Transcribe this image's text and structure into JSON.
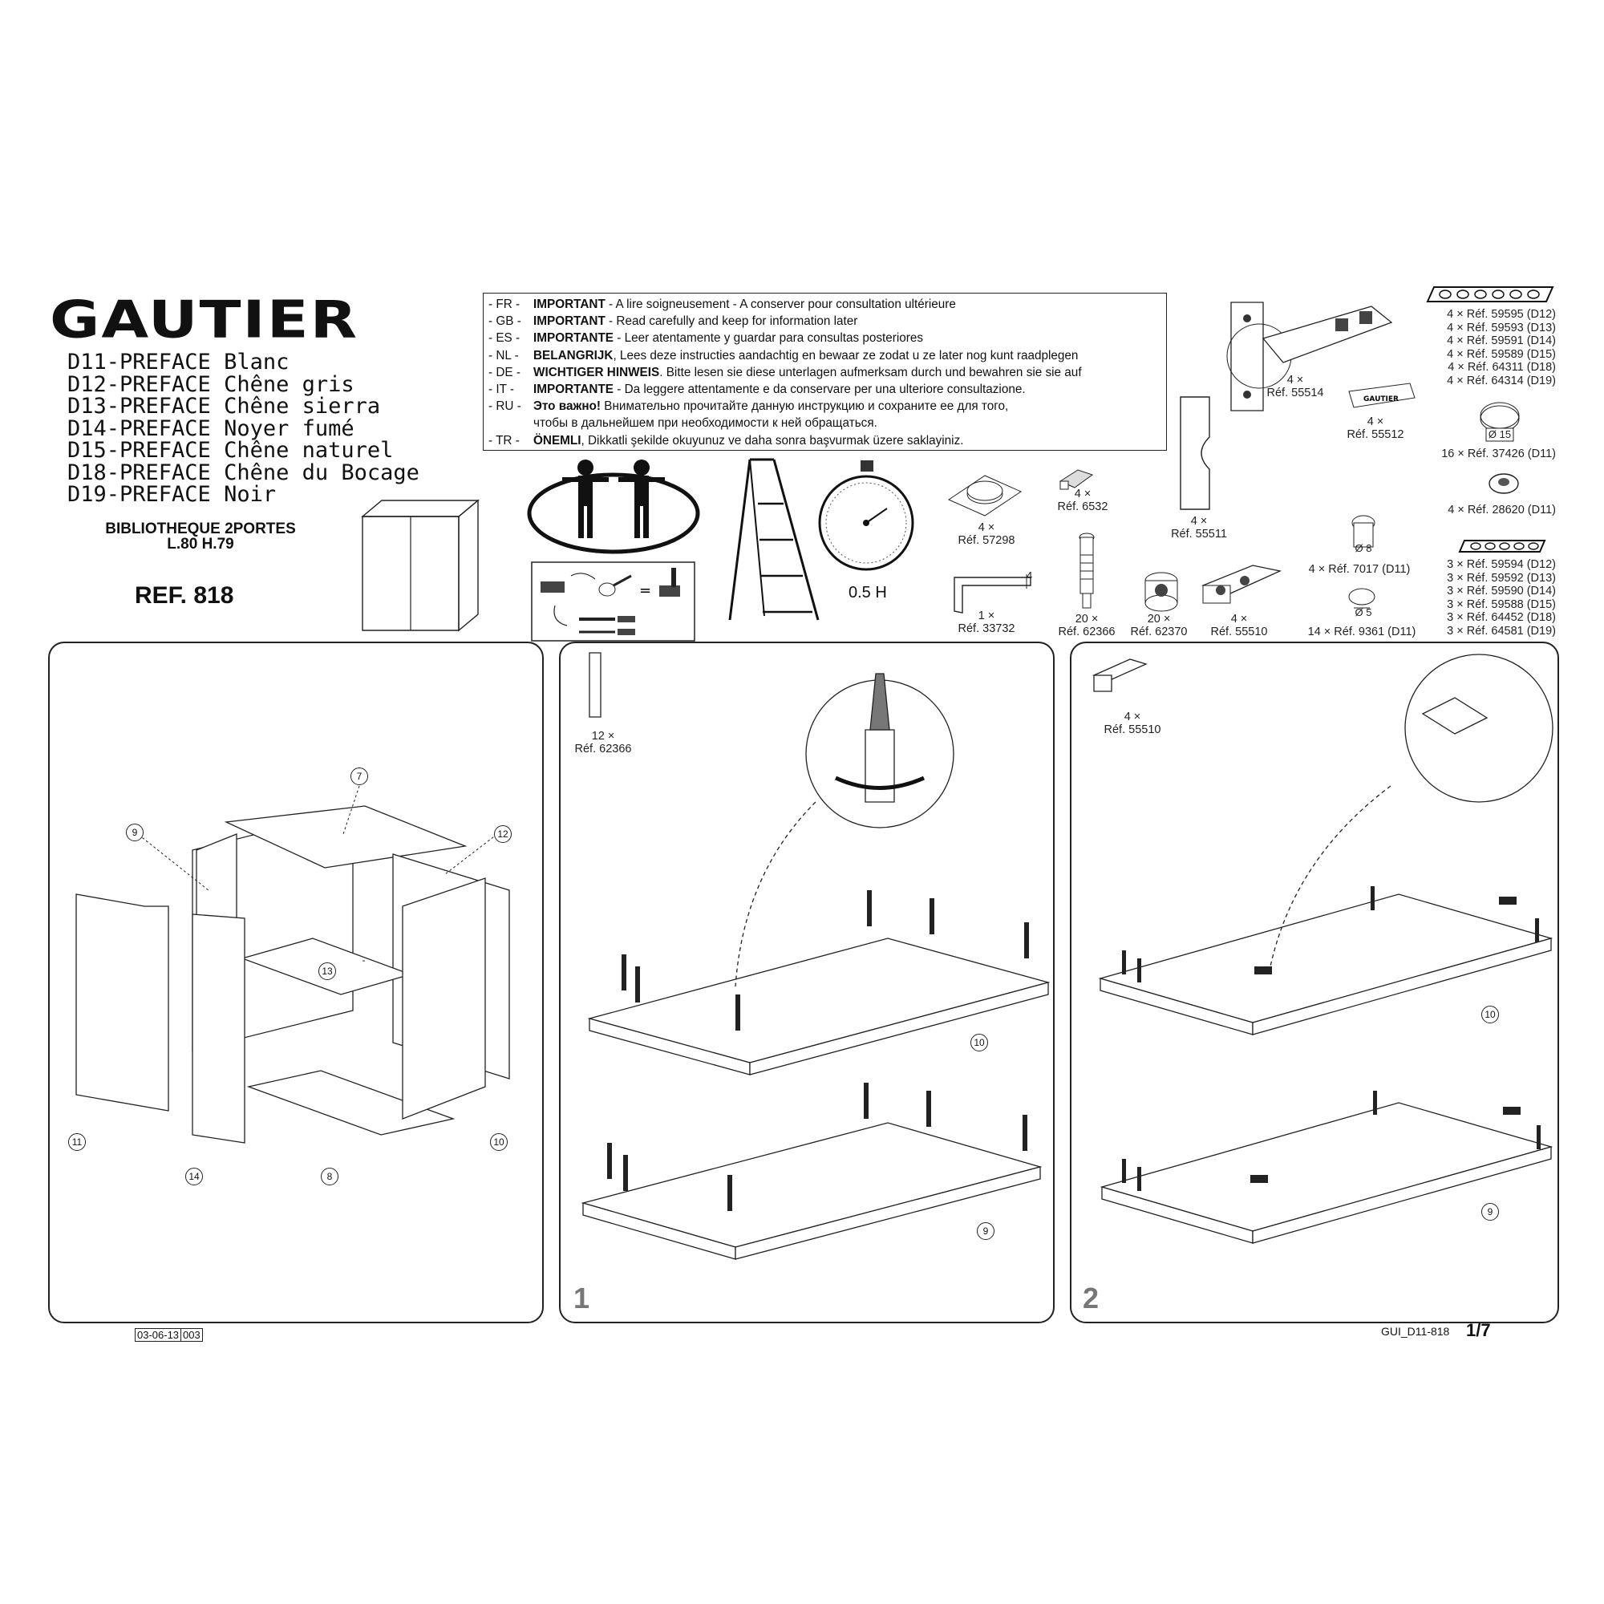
{
  "brand": "GAUTIER",
  "models": [
    "D11-PREFACE Blanc",
    "D12-PREFACE Chêne gris",
    "D13-PREFACE Chêne sierra",
    "D14-PREFACE Noyer fumé",
    "D15-PREFACE Chêne naturel",
    "D18-PREFACE Chêne du Bocage",
    "D19-PREFACE Noir"
  ],
  "product": {
    "line1": "BIBLIOTHEQUE 2PORTES",
    "line2": "L.80 H.79"
  },
  "ref": "REF. 818",
  "warnings": [
    {
      "lang": "- FR -",
      "bold": "IMPORTANT",
      "text": " - A lire soigneusement - A conserver pour consultation ultérieure"
    },
    {
      "lang": "- GB -",
      "bold": "IMPORTANT",
      "text": " - Read carefully and keep for information later"
    },
    {
      "lang": "- ES -",
      "bold": "IMPORTANTE",
      "text": " - Leer atentamente y guardar para consultas posteriores"
    },
    {
      "lang": "- NL -",
      "bold": "BELANGRIJK",
      "text": ", Lees deze instructies aandachtig en bewaar ze zodat u ze later nog kunt raadplegen"
    },
    {
      "lang": "- DE -",
      "bold": "WICHTIGER HINWEIS",
      "text": ". Bitte lesen sie diese unterlagen aufmerksam durch und bewahren sie sie auf"
    },
    {
      "lang": "- IT -",
      "bold": "IMPORTANTE",
      "text": " - Da leggere attentamente e da conservare per una ulteriore consultazione."
    },
    {
      "lang": "- RU -",
      "bold": "Это важно!",
      "text": " Внимательно прочитайте данную инструкцию и сохраните ее для того,"
    },
    {
      "lang": "",
      "bold": "",
      "text": "чтобы в дальнейшем при необходимости к ней обращаться."
    },
    {
      "lang": "- TR -",
      "bold": "ÖNEMLI",
      "text": ", Dikkatli şekilde okuyunuz ve daha sonra başvurmak üzere saklayiniz."
    }
  ],
  "time_label": "0.5 H",
  "hardware": {
    "h57298": {
      "qty": "4 ×",
      "ref": "Réf. 57298"
    },
    "h6532": {
      "qty": "4 ×",
      "ref": "Réf. 6532"
    },
    "h55511": {
      "qty": "4 ×",
      "ref": "Réf. 55511"
    },
    "h55514": {
      "qty": "4 ×",
      "ref": "Réf. 55514"
    },
    "h55512": {
      "qty": "4 ×",
      "ref": "Réf. 55512"
    },
    "h33732": {
      "qty": "1 ×",
      "ref": "Réf. 33732",
      "dim": "4"
    },
    "h62366": {
      "qty": "20 ×",
      "ref": "Réf. 62366"
    },
    "h62370": {
      "qty": "20 ×",
      "ref": "Réf. 62370"
    },
    "h55510": {
      "qty": "4 ×",
      "ref": "Réf. 55510"
    },
    "h7017": {
      "text": "4 × Réf. 7017 (D11)",
      "dia": "Ø 8"
    },
    "h9361": {
      "text": "14 × Réf. 9361 (D11)",
      "dia": "Ø 5"
    },
    "h37426": {
      "text": "16 × Réf. 37426 (D11)",
      "dia": "Ø 15"
    },
    "h28620": {
      "text": "4 × Réf. 28620 (D11)"
    },
    "legs_long": [
      "4 × Réf. 59595 (D12)",
      "4 × Réf. 59593 (D13)",
      "4 × Réf. 59591 (D14)",
      "4 × Réf. 59589 (D15)",
      "4 × Réf. 64311 (D18)",
      "4 × Réf. 64314 (D19)"
    ],
    "legs_short": [
      "3 × Réf. 59594 (D12)",
      "3 × Réf. 59592 (D13)",
      "3 × Réf. 59590 (D14)",
      "3 × Réf. 59588 (D15)",
      "3 × Réf. 64452 (D18)",
      "3 × Réf. 64581 (D19)"
    ],
    "hinge_brand": "GAUTIER"
  },
  "panel_overview": {
    "callouts": [
      "7",
      "9",
      "12",
      "13",
      "11",
      "14",
      "8",
      "10"
    ]
  },
  "step1": {
    "number": "1",
    "part": {
      "qty": "12 ×",
      "ref": "Réf. 62366"
    },
    "callouts": [
      "10",
      "9"
    ]
  },
  "step2": {
    "number": "2",
    "part": {
      "qty": "4 ×",
      "ref": "Réf. 55510"
    },
    "callouts": [
      "10",
      "9"
    ]
  },
  "footer": {
    "date": "03-06-13",
    "version": "003",
    "code": "GUI_D11-818",
    "page": "1/7"
  }
}
